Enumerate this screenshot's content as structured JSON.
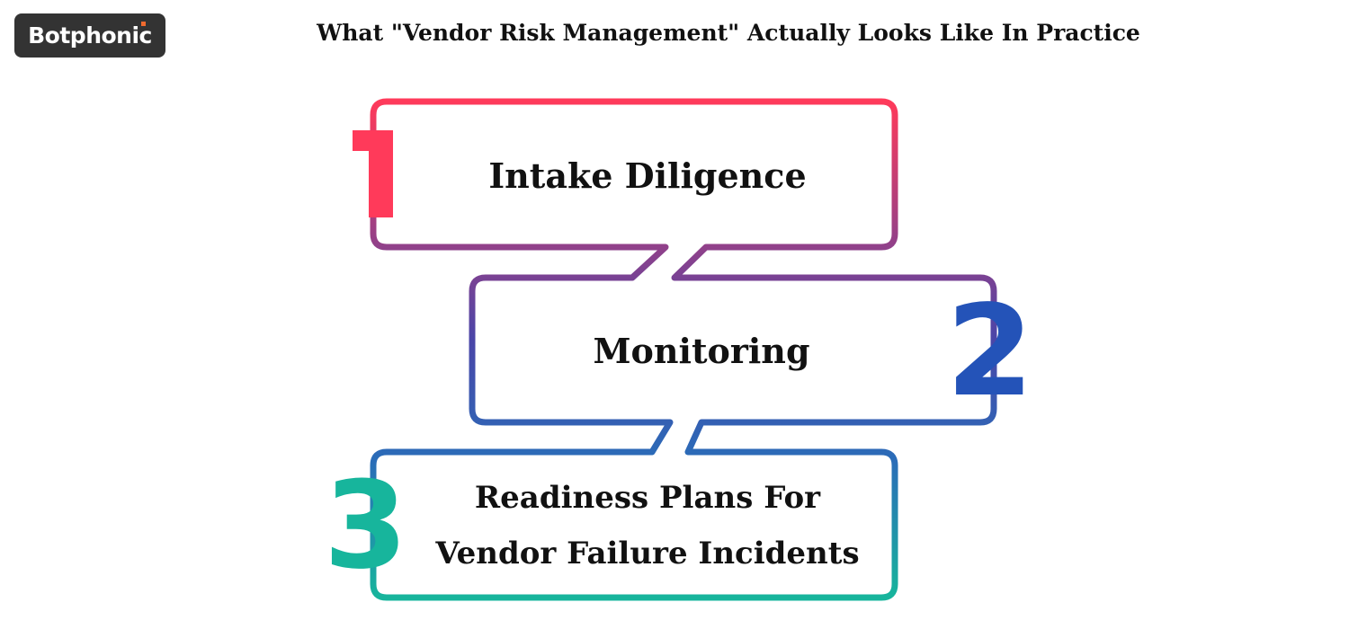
{
  "brand": {
    "logo_text": "Botphonic",
    "accent_color": "#f06a2e"
  },
  "title": "What \"Vendor Risk Management\" Actually Looks Like In Practice",
  "steps": [
    {
      "number": "1",
      "label": "Intake Diligence",
      "color": "#ff3a5a"
    },
    {
      "number": "2",
      "label": "Monitoring",
      "color": "#2453b8"
    },
    {
      "number": "3",
      "label_line1": "Readiness Plans For",
      "label_line2": "Vendor Failure Incidents",
      "color": "#17b59c"
    }
  ]
}
